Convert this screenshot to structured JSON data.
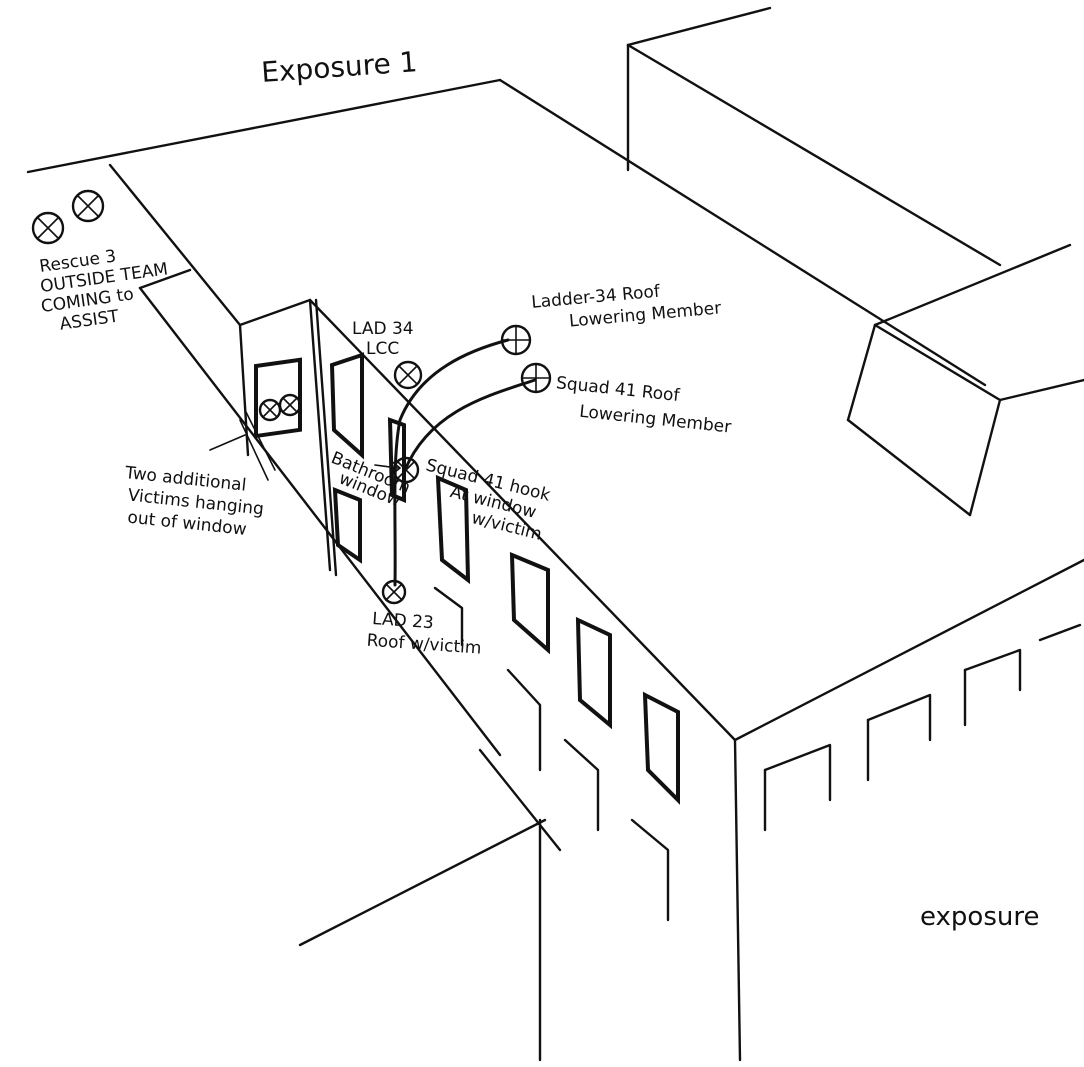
{
  "labels": {
    "exposure_top": "Exposure 1",
    "exposure_bottom": "exposure",
    "rescue3": [
      "Rescue 3",
      "OUTSIDE TEAM",
      "COMING to",
      "ASSIST"
    ],
    "lad34_lcc": [
      "LAD 34",
      "LCC"
    ],
    "ladder34_roof": [
      "Ladder-34 Roof",
      "Lowering Member"
    ],
    "squad41_roof": [
      "Squad 41 Roof",
      "Lowering Member"
    ],
    "squad41_hook": [
      "Squad 41 hook",
      "At window",
      "w/victim"
    ],
    "bathroom_window": [
      "Bathroom",
      "window"
    ],
    "two_victims": [
      "Two additional",
      "Victims hanging",
      "out of window"
    ],
    "lad23": [
      "LAD 23",
      "Roof w/victim"
    ]
  }
}
